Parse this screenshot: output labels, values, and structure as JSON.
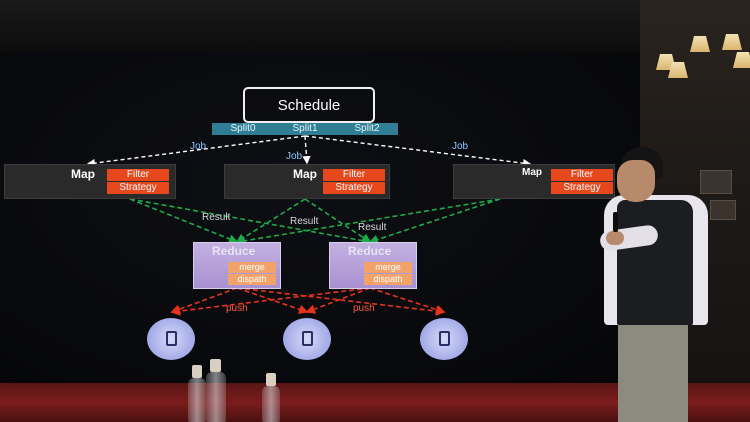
{
  "slide": {
    "schedule": "Schedule",
    "splits": [
      "Split0",
      "Split1",
      "Split2"
    ],
    "job_label": "Job",
    "map_label": "Map",
    "filter_label": "Filter",
    "strategy_label": "Strategy",
    "result_label": "Result",
    "reduce_label": "Reduce",
    "merge_label": "merge",
    "dispatch_label": "dispath",
    "push_label": "push"
  },
  "colors": {
    "split_bar": "#2f7e94",
    "filter_tag": "#e6471c",
    "job_arrow": "#ffffff",
    "result_arrow": "#1faa4a",
    "push_arrow": "#e6331c",
    "reduce_box": "#b7a3dc",
    "reduce_tag": "#f2a36a",
    "client_node": "#aab1ea",
    "floor": "#7a1c1c"
  },
  "icons": {
    "client": "mobile-phone-icon"
  }
}
